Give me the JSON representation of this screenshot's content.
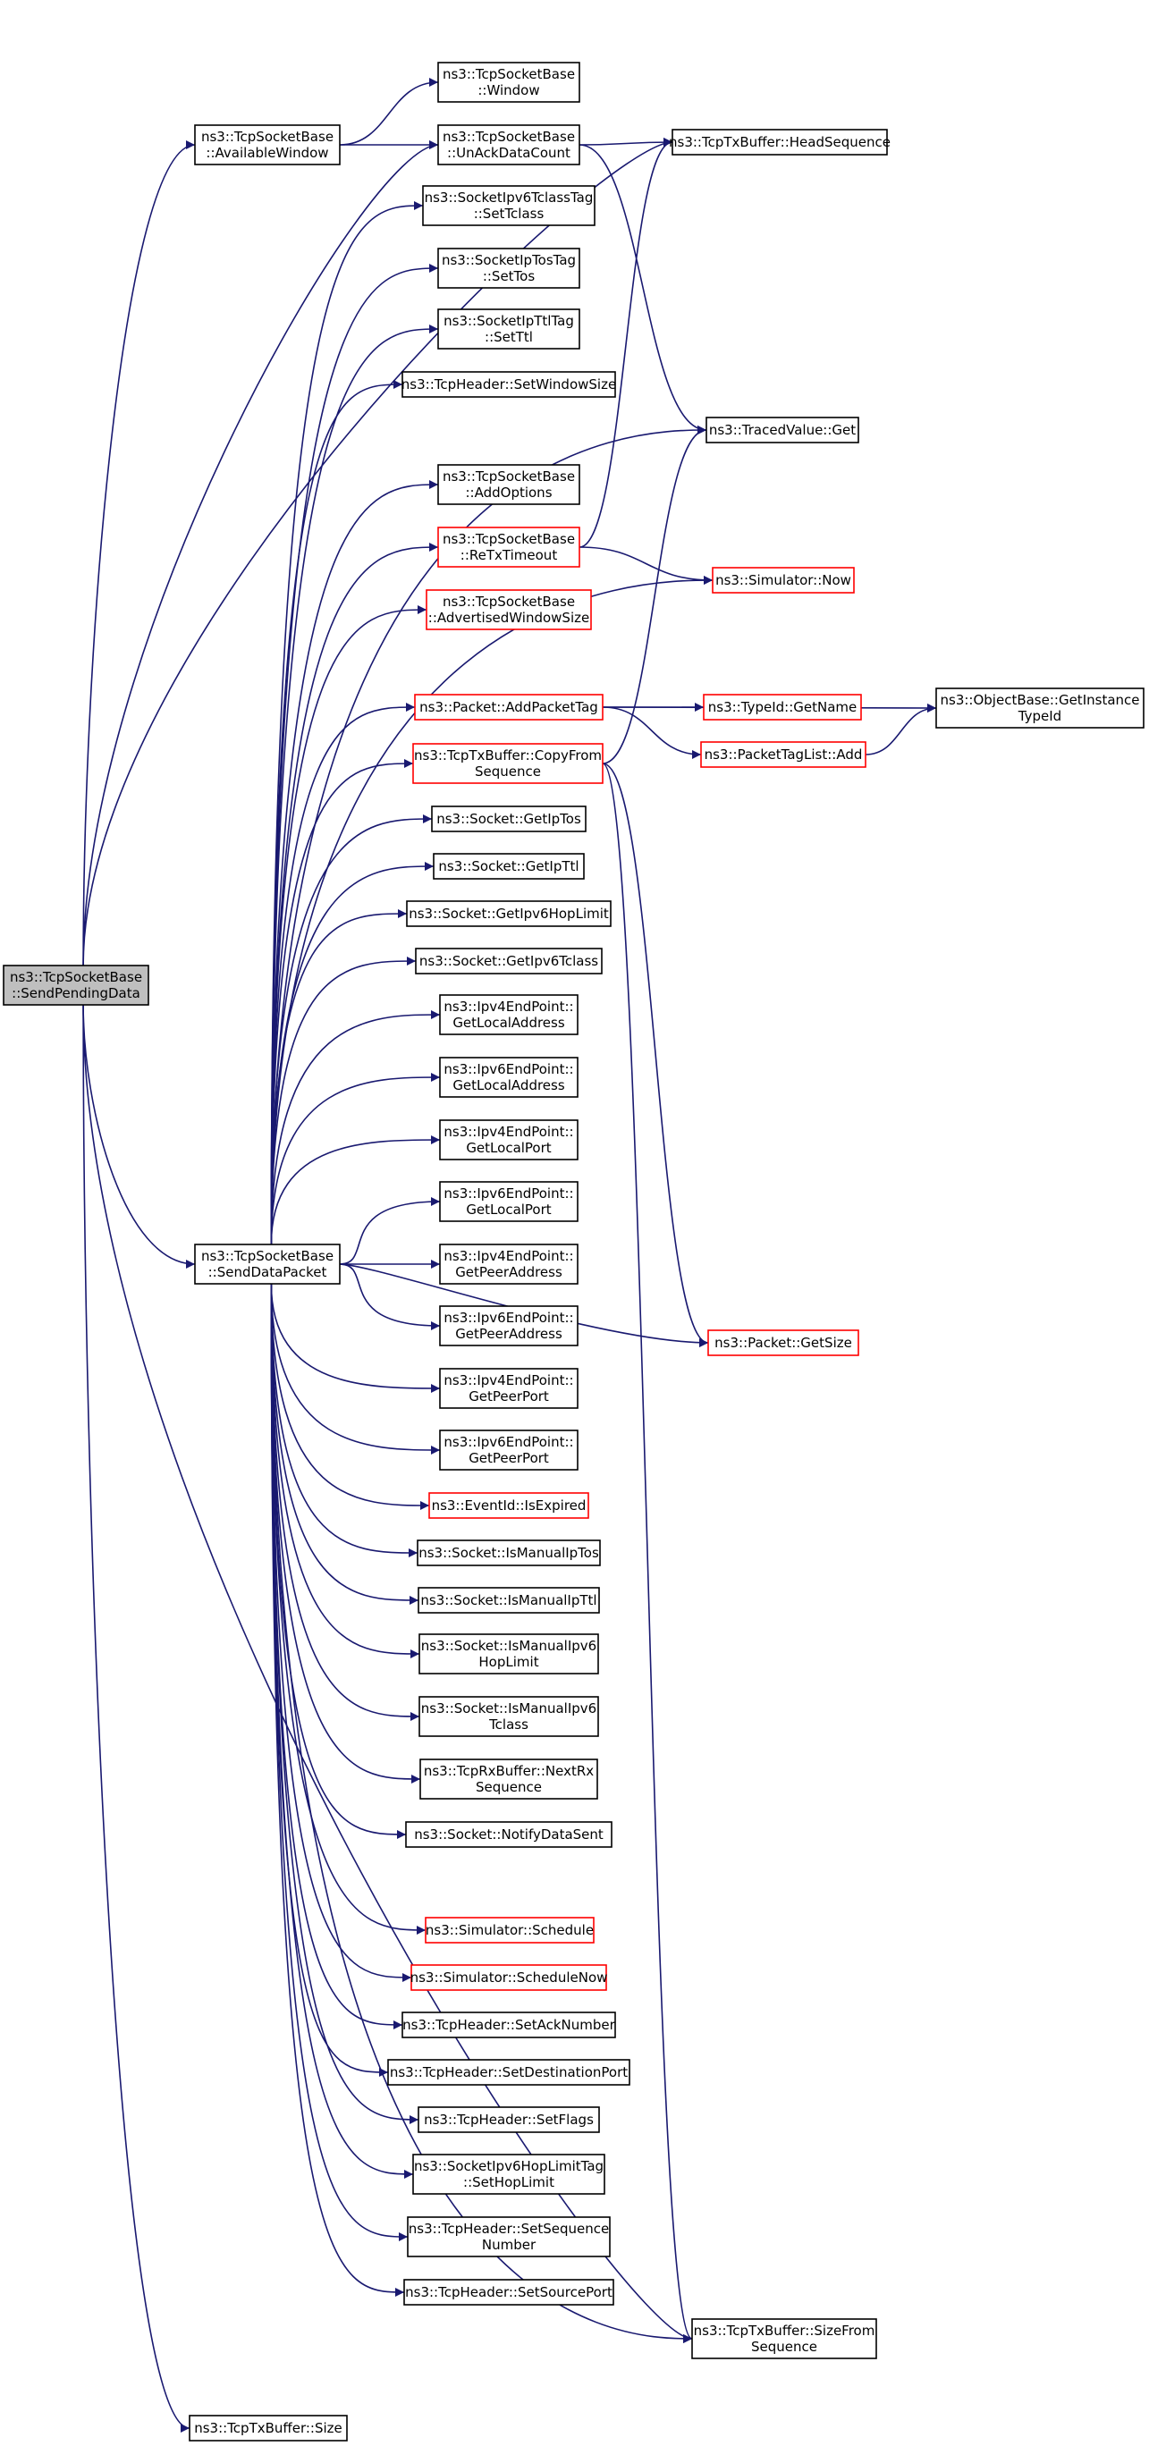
{
  "colors": {
    "edge": "#191970",
    "normal_border": "#000000",
    "red_border": "#ff0000",
    "root_fill": "#bfbfbf"
  },
  "nodes": [
    {
      "id": "root",
      "lines": [
        "ns3::TcpSocketBase",
        "::SendPendingData"
      ],
      "style": "root"
    },
    {
      "id": "avail",
      "lines": [
        "ns3::TcpSocketBase",
        "::AvailableWindow"
      ],
      "style": "normal"
    },
    {
      "id": "window",
      "lines": [
        "ns3::TcpSocketBase",
        "::Window"
      ],
      "style": "normal"
    },
    {
      "id": "unack",
      "lines": [
        "ns3::TcpSocketBase",
        "::UnAckDataCount"
      ],
      "style": "normal"
    },
    {
      "id": "headseq",
      "lines": [
        "ns3::TcpTxBuffer::HeadSequence"
      ],
      "style": "normal"
    },
    {
      "id": "settclass",
      "lines": [
        "ns3::SocketIpv6TclassTag",
        "::SetTclass"
      ],
      "style": "normal"
    },
    {
      "id": "settos",
      "lines": [
        "ns3::SocketIpTosTag",
        "::SetTos"
      ],
      "style": "normal"
    },
    {
      "id": "setttl",
      "lines": [
        "ns3::SocketIpTtlTag",
        "::SetTtl"
      ],
      "style": "normal"
    },
    {
      "id": "setwin",
      "lines": [
        "ns3::TcpHeader::SetWindowSize"
      ],
      "style": "normal"
    },
    {
      "id": "tracedget",
      "lines": [
        "ns3::TracedValue::Get"
      ],
      "style": "normal"
    },
    {
      "id": "addopts",
      "lines": [
        "ns3::TcpSocketBase",
        "::AddOptions"
      ],
      "style": "normal"
    },
    {
      "id": "retx",
      "lines": [
        "ns3::TcpSocketBase",
        "::ReTxTimeout"
      ],
      "style": "red"
    },
    {
      "id": "simnow",
      "lines": [
        "ns3::Simulator::Now"
      ],
      "style": "red"
    },
    {
      "id": "advwin",
      "lines": [
        "ns3::TcpSocketBase",
        "::AdvertisedWindowSize"
      ],
      "style": "red"
    },
    {
      "id": "addpkttag",
      "lines": [
        "ns3::Packet::AddPacketTag"
      ],
      "style": "red"
    },
    {
      "id": "getname",
      "lines": [
        "ns3::TypeId::GetName"
      ],
      "style": "red"
    },
    {
      "id": "getinst",
      "lines": [
        "ns3::ObjectBase::GetInstance",
        "TypeId"
      ],
      "style": "normal"
    },
    {
      "id": "tagadd",
      "lines": [
        "ns3::PacketTagList::Add"
      ],
      "style": "red"
    },
    {
      "id": "copyfrom",
      "lines": [
        "ns3::TcpTxBuffer::CopyFrom",
        "Sequence"
      ],
      "style": "red"
    },
    {
      "id": "getiptos",
      "lines": [
        "ns3::Socket::GetIpTos"
      ],
      "style": "normal"
    },
    {
      "id": "getipttl",
      "lines": [
        "ns3::Socket::GetIpTtl"
      ],
      "style": "normal"
    },
    {
      "id": "gethop",
      "lines": [
        "ns3::Socket::GetIpv6HopLimit"
      ],
      "style": "normal"
    },
    {
      "id": "getv6tc",
      "lines": [
        "ns3::Socket::GetIpv6Tclass"
      ],
      "style": "normal"
    },
    {
      "id": "v4la",
      "lines": [
        "ns3::Ipv4EndPoint::",
        "GetLocalAddress"
      ],
      "style": "normal"
    },
    {
      "id": "v6la",
      "lines": [
        "ns3::Ipv6EndPoint::",
        "GetLocalAddress"
      ],
      "style": "normal"
    },
    {
      "id": "v4lp",
      "lines": [
        "ns3::Ipv4EndPoint::",
        "GetLocalPort"
      ],
      "style": "normal"
    },
    {
      "id": "v6lp",
      "lines": [
        "ns3::Ipv6EndPoint::",
        "GetLocalPort"
      ],
      "style": "normal"
    },
    {
      "id": "senddata",
      "lines": [
        "ns3::TcpSocketBase",
        "::SendDataPacket"
      ],
      "style": "normal"
    },
    {
      "id": "v4pa",
      "lines": [
        "ns3::Ipv4EndPoint::",
        "GetPeerAddress"
      ],
      "style": "normal"
    },
    {
      "id": "v6pa",
      "lines": [
        "ns3::Ipv6EndPoint::",
        "GetPeerAddress"
      ],
      "style": "normal"
    },
    {
      "id": "pktsize",
      "lines": [
        "ns3::Packet::GetSize"
      ],
      "style": "red"
    },
    {
      "id": "v4pp",
      "lines": [
        "ns3::Ipv4EndPoint::",
        "GetPeerPort"
      ],
      "style": "normal"
    },
    {
      "id": "v6pp",
      "lines": [
        "ns3::Ipv6EndPoint::",
        "GetPeerPort"
      ],
      "style": "normal"
    },
    {
      "id": "expired",
      "lines": [
        "ns3::EventId::IsExpired"
      ],
      "style": "red"
    },
    {
      "id": "mantos",
      "lines": [
        "ns3::Socket::IsManualIpTos"
      ],
      "style": "normal"
    },
    {
      "id": "manttl",
      "lines": [
        "ns3::Socket::IsManualIpTtl"
      ],
      "style": "normal"
    },
    {
      "id": "manhop",
      "lines": [
        "ns3::Socket::IsManualIpv6",
        "HopLimit"
      ],
      "style": "normal"
    },
    {
      "id": "mantc",
      "lines": [
        "ns3::Socket::IsManualIpv6",
        "Tclass"
      ],
      "style": "normal"
    },
    {
      "id": "nextrx",
      "lines": [
        "ns3::TcpRxBuffer::NextRx",
        "Sequence"
      ],
      "style": "normal"
    },
    {
      "id": "notify",
      "lines": [
        "ns3::Socket::NotifyDataSent"
      ],
      "style": "normal"
    },
    {
      "id": "sched",
      "lines": [
        "ns3::Simulator::Schedule"
      ],
      "style": "red"
    },
    {
      "id": "schednow",
      "lines": [
        "ns3::Simulator::ScheduleNow"
      ],
      "style": "red"
    },
    {
      "id": "setack",
      "lines": [
        "ns3::TcpHeader::SetAckNumber"
      ],
      "style": "normal"
    },
    {
      "id": "setdst",
      "lines": [
        "ns3::TcpHeader::SetDestinationPort"
      ],
      "style": "normal"
    },
    {
      "id": "setflags",
      "lines": [
        "ns3::TcpHeader::SetFlags"
      ],
      "style": "normal"
    },
    {
      "id": "sethop",
      "lines": [
        "ns3::SocketIpv6HopLimitTag",
        "::SetHopLimit"
      ],
      "style": "normal"
    },
    {
      "id": "setseq",
      "lines": [
        "ns3::TcpHeader::SetSequence",
        "Number"
      ],
      "style": "normal"
    },
    {
      "id": "setsrc",
      "lines": [
        "ns3::TcpHeader::SetSourcePort"
      ],
      "style": "normal"
    },
    {
      "id": "sizefrom",
      "lines": [
        "ns3::TcpTxBuffer::SizeFrom",
        "Sequence"
      ],
      "style": "normal"
    },
    {
      "id": "txsize",
      "lines": [
        "ns3::TcpTxBuffer::Size"
      ],
      "style": "normal"
    }
  ],
  "edges": [
    [
      "root",
      "avail"
    ],
    [
      "root",
      "unack"
    ],
    [
      "root",
      "headseq"
    ],
    [
      "root",
      "senddata"
    ],
    [
      "root",
      "sizefrom"
    ],
    [
      "root",
      "txsize"
    ],
    [
      "avail",
      "window"
    ],
    [
      "avail",
      "unack"
    ],
    [
      "unack",
      "headseq"
    ],
    [
      "unack",
      "tracedget"
    ],
    [
      "retx",
      "headseq"
    ],
    [
      "retx",
      "simnow"
    ],
    [
      "copyfrom",
      "tracedget"
    ],
    [
      "copyfrom",
      "pktsize"
    ],
    [
      "copyfrom",
      "sizefrom"
    ],
    [
      "addpkttag",
      "getname"
    ],
    [
      "addpkttag",
      "getinst"
    ],
    [
      "addpkttag",
      "tagadd"
    ],
    [
      "tagadd",
      "getinst"
    ],
    [
      "senddata",
      "settclass"
    ],
    [
      "senddata",
      "settos"
    ],
    [
      "senddata",
      "setttl"
    ],
    [
      "senddata",
      "setwin"
    ],
    [
      "senddata",
      "tracedget"
    ],
    [
      "senddata",
      "addopts"
    ],
    [
      "senddata",
      "retx"
    ],
    [
      "senddata",
      "advwin"
    ],
    [
      "senddata",
      "simnow"
    ],
    [
      "senddata",
      "addpkttag"
    ],
    [
      "senddata",
      "copyfrom"
    ],
    [
      "senddata",
      "getiptos"
    ],
    [
      "senddata",
      "getipttl"
    ],
    [
      "senddata",
      "gethop"
    ],
    [
      "senddata",
      "getv6tc"
    ],
    [
      "senddata",
      "v4la"
    ],
    [
      "senddata",
      "v6la"
    ],
    [
      "senddata",
      "v4lp"
    ],
    [
      "senddata",
      "v6lp"
    ],
    [
      "senddata",
      "v4pa"
    ],
    [
      "senddata",
      "v6pa"
    ],
    [
      "senddata",
      "v4pp"
    ],
    [
      "senddata",
      "v6pp"
    ],
    [
      "senddata",
      "expired"
    ],
    [
      "senddata",
      "mantos"
    ],
    [
      "senddata",
      "manttl"
    ],
    [
      "senddata",
      "manhop"
    ],
    [
      "senddata",
      "mantc"
    ],
    [
      "senddata",
      "nextrx"
    ],
    [
      "senddata",
      "notify"
    ],
    [
      "senddata",
      "pktsize"
    ],
    [
      "senddata",
      "sched"
    ],
    [
      "senddata",
      "schednow"
    ],
    [
      "senddata",
      "setack"
    ],
    [
      "senddata",
      "setdst"
    ],
    [
      "senddata",
      "setflags"
    ],
    [
      "senddata",
      "sethop"
    ],
    [
      "senddata",
      "setseq"
    ],
    [
      "senddata",
      "setsrc"
    ],
    [
      "senddata",
      "sizefrom"
    ]
  ]
}
